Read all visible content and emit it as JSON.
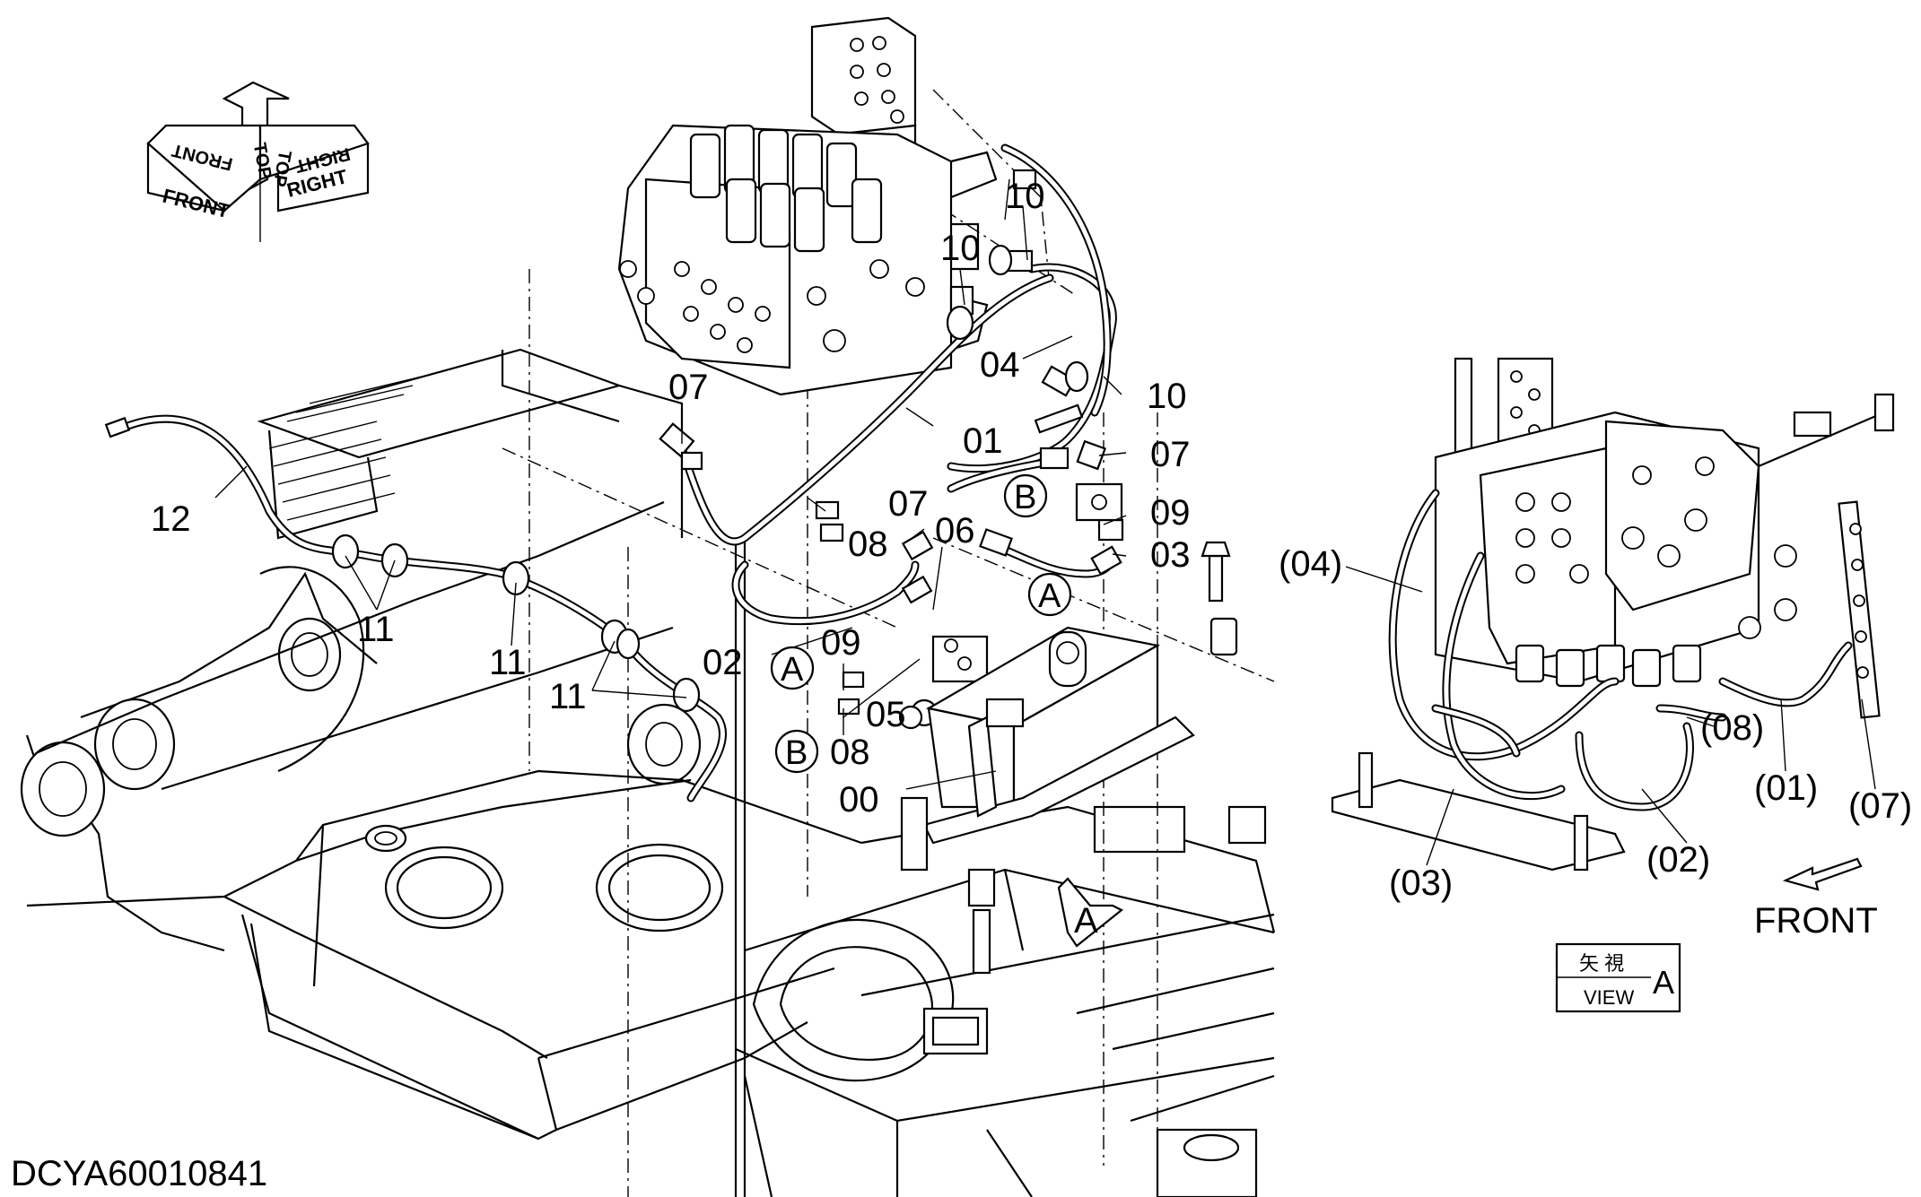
{
  "drawing_id": "DCYA60010841",
  "orientation_arrows": {
    "front": "FRONT",
    "top": "TOP",
    "right": "RIGHT"
  },
  "callouts": {
    "c00": "00",
    "c01": "01",
    "c02": "02",
    "c03": "03",
    "c04": "04",
    "c05": "05",
    "c06": "06",
    "c07a": "07",
    "c07b": "07",
    "c07c": "07",
    "c08a": "08",
    "c08b": "08",
    "c09a": "09",
    "c09b": "09",
    "c10a": "10",
    "c10b": "10",
    "c10c": "10",
    "c11a": "11",
    "c11b": "11",
    "c11c": "11",
    "c12": "12"
  },
  "circle_refs": {
    "refB1": "B",
    "refA1": "A",
    "refA2": "A",
    "refB2": "B",
    "viewA_arrow": "A"
  },
  "view_callouts": {
    "v01": "(01)",
    "v02": "(02)",
    "v03": "(03)",
    "v04": "(04)",
    "v07": "(07)",
    "v08": "(08)"
  },
  "view_box": {
    "japanese": "矢 視",
    "view": "VIEW",
    "letter": "A"
  },
  "front_label": "FRONT"
}
